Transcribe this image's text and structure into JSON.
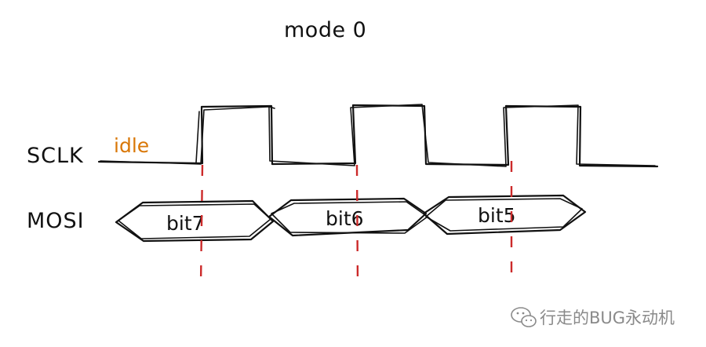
{
  "diagram": {
    "title": "mode 0",
    "signals": {
      "sclk_label": "SCLK",
      "mosi_label": "MOSI"
    },
    "idle_label": "idle",
    "bits": [
      {
        "label": "bit7"
      },
      {
        "label": "bit6"
      },
      {
        "label": "bit5"
      }
    ]
  },
  "watermark": {
    "text": "行走的BUG永动机"
  },
  "colors": {
    "ink": "#111111",
    "idle": "#d97706",
    "sample_line": "#cc2a2a",
    "watermark": "#8a8a8a"
  }
}
